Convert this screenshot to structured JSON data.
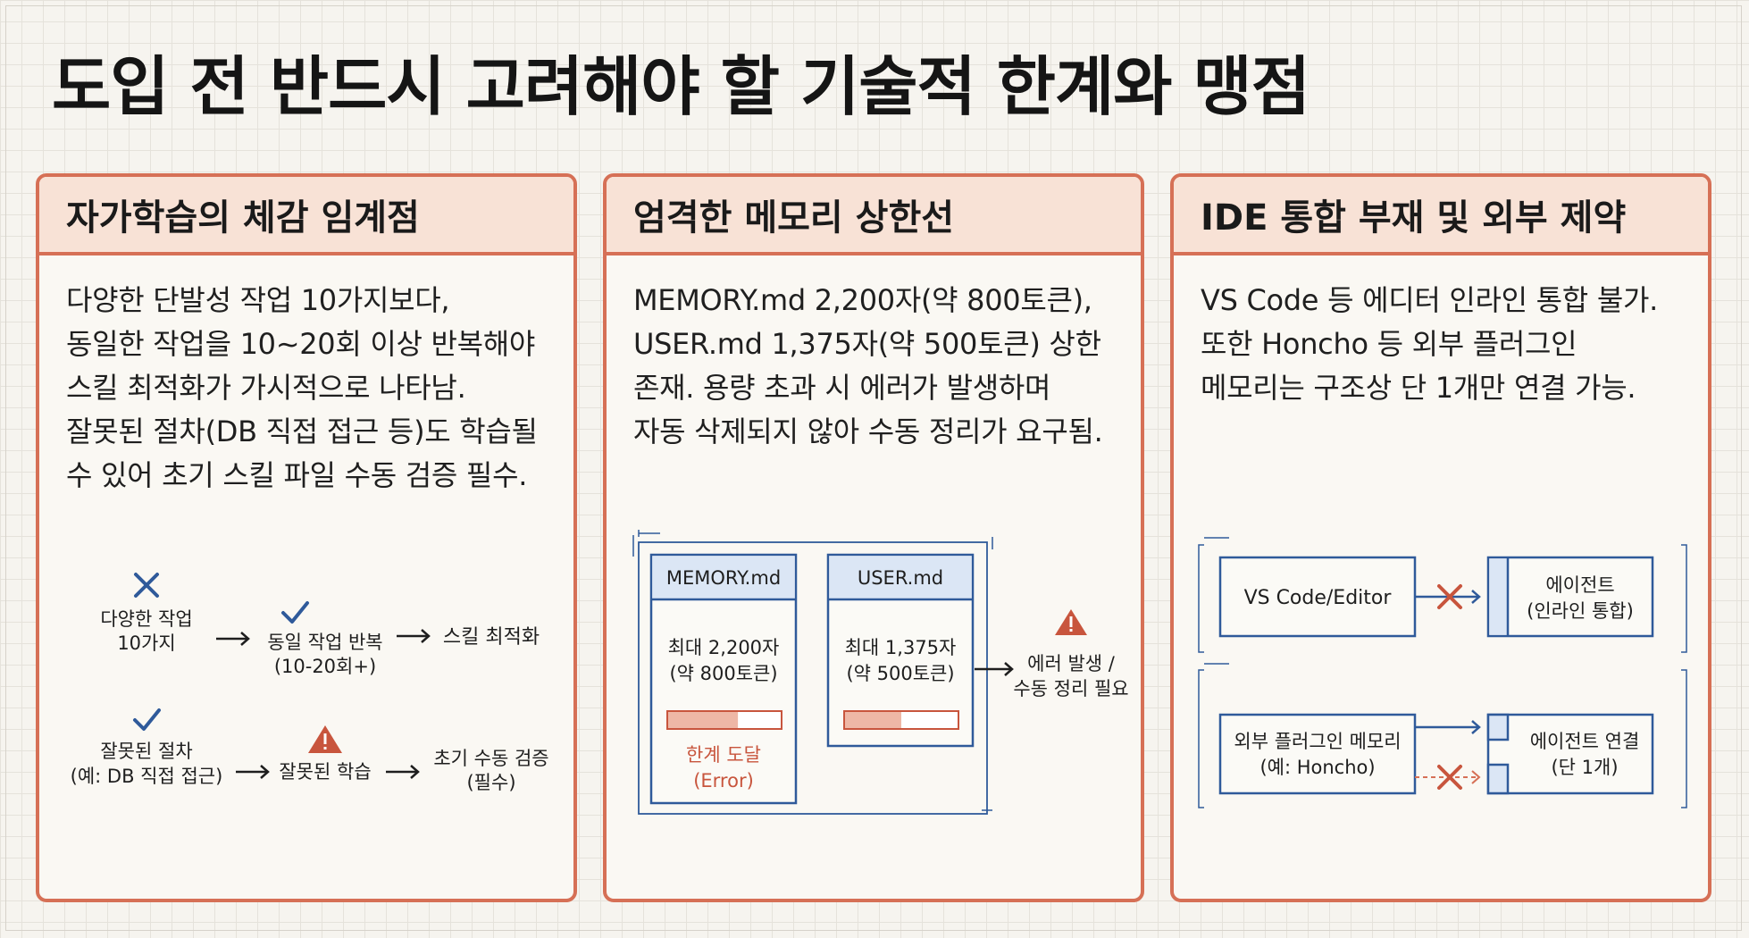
{
  "page": {
    "title": "도입 전 반드시 고려해야 할 기술적 한계와 맹점"
  },
  "colors": {
    "accent": "#d67056",
    "header_bg": "#f8e2d6",
    "blue": "#2f5a9a",
    "red": "#c8553d"
  },
  "cards": [
    {
      "title": "자가학습의 체감 임계점",
      "lines": [
        "다양한 단발성 작업 10가지보다,",
        "동일한 작업을 10~20회 이상 반복해야",
        "스킬 최적화가 가시적으로 나타남.",
        "잘못된 절차(DB 직접 접근 등)도 학습될",
        "수 있어 초기 스킬 파일 수동 검증 필수."
      ],
      "diagram": {
        "row1": {
          "a_icon": "x-icon",
          "a_line1": "다양한 작업",
          "a_line2": "10가지",
          "b_icon": "check-icon",
          "b_line1": "동일 작업 반복",
          "b_line2": "(10-20회+)",
          "c": "스킬 최적화"
        },
        "row2": {
          "a_icon": "check-icon",
          "a_line1": "잘못된 절차",
          "a_line2": "(예: DB 직접 접근)",
          "b_icon": "warning-icon",
          "b": "잘못된 학습",
          "c_line1": "초기 수동 검증",
          "c_line2": "(필수)"
        }
      }
    },
    {
      "title": "엄격한 메모리 상한선",
      "lines": [
        "MEMORY.md 2,200자(약 800토큰),",
        "USER.md 1,375자(약 500토큰) 상한",
        "존재. 용량 초과 시 에러가 발생하며",
        "자동 삭제되지 않아 수동 정리가 요구됨."
      ],
      "diagram": {
        "memory": {
          "name": "MEMORY.md",
          "line1": "최대 2,200자",
          "line2": "(약 800토큰)",
          "fill": 0.62,
          "status1": "한계 도달",
          "status2": "(Error)"
        },
        "user": {
          "name": "USER.md",
          "line1": "최대 1,375자",
          "line2": "(약 500토큰)",
          "fill": 0.5
        },
        "error_icon": "warning-icon",
        "error_line1": "에러 발생 /",
        "error_line2": "수동 정리 필요"
      }
    },
    {
      "title": "IDE 통합 부재 및 외부 제약",
      "lines": [
        "VS Code 등 에디터 인라인 통합 불가.",
        "또한 Honcho 등 외부 플러그인",
        "메모리는 구조상 단 1개만 연결 가능."
      ],
      "diagram": {
        "editor": "VS Code/Editor",
        "agent_line1": "에이전트",
        "agent_line2": "(인라인 통합)",
        "plugin_line1": "외부 플러그인 메모리",
        "plugin_line2": "(예: Honcho)",
        "conn_line1": "에이전트 연결",
        "conn_line2": "(단 1개)"
      }
    }
  ]
}
